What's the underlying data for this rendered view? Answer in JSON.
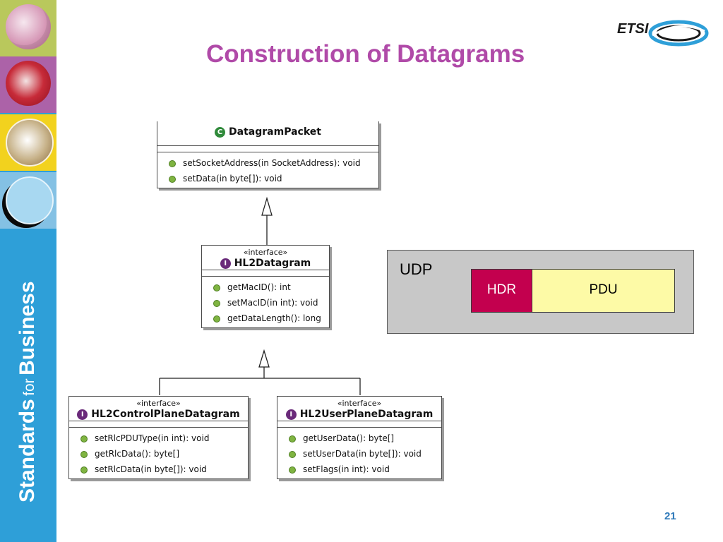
{
  "slide": {
    "title": "Construction of Datagrams",
    "page_number": "21"
  },
  "sidebar": {
    "text_for": "for",
    "text_standards": "Standards",
    "text_business": "Business"
  },
  "logo": {
    "text": "ETSI"
  },
  "classes": {
    "datagrampacket": {
      "badge": "C",
      "name": "DatagramPacket",
      "operations": [
        "setSocketAddress(in SocketAddress): void",
        "setData(in byte[]): void"
      ]
    },
    "hl2datagram": {
      "badge": "I",
      "stereotype": "«interface»",
      "name": "HL2Datagram",
      "operations": [
        "getMacID(): int",
        "setMacID(in int): void",
        "getDataLength(): long"
      ]
    },
    "hl2controlplanedatagram": {
      "badge": "I",
      "stereotype": "«interface»",
      "name": "HL2ControlPlaneDatagram",
      "operations": [
        "setRlcPDUType(in int): void",
        "getRlcData(): byte[]",
        "setRlcData(in byte[]): void"
      ]
    },
    "hl2userplanedatagram": {
      "badge": "I",
      "stereotype": "«interface»",
      "name": "HL2UserPlaneDatagram",
      "operations": [
        "getUserData(): byte[]",
        "setUserData(in byte[]): void",
        "setFlags(in int): void"
      ]
    }
  },
  "udp": {
    "label": "UDP",
    "hdr": "HDR",
    "pdu": "PDU"
  },
  "colors": {
    "title": "#b04aa8",
    "sidebar": "#2e9fd8",
    "hdr": "#c3004e",
    "pdu": "#fdfaa6",
    "udp_background": "#c8c8c8",
    "operation_dot": "#7fb441",
    "page_number": "#2e79b9"
  }
}
